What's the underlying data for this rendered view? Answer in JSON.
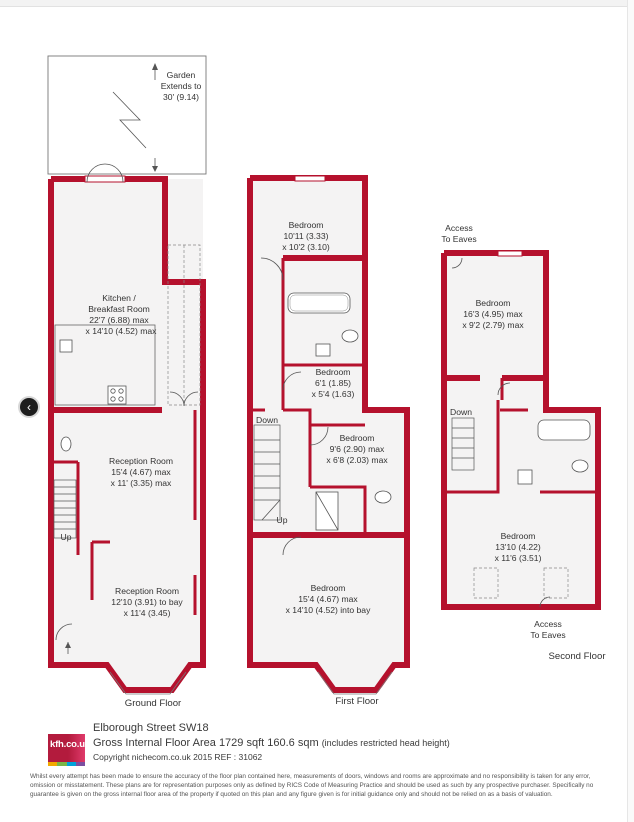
{
  "viewer": {
    "prev_label": "‹"
  },
  "plan": {
    "garden": [
      "Garden",
      "Extends to",
      "30' (9.14)"
    ],
    "kitchen": [
      "Kitchen /",
      "Breakfast Room",
      "22'7 (6.88) max",
      "x 14'10 (4.52) max"
    ],
    "reception1": [
      "Reception Room",
      "15'4 (4.67) max",
      "x 11' (3.35) max"
    ],
    "reception2": [
      "Reception Room",
      "12'10 (3.91) to bay",
      "x 11'4 (3.45)"
    ],
    "ground_up": "Up",
    "ground_floor": "Ground Floor",
    "bedroom1": [
      "Bedroom",
      "10'11 (3.33)",
      "x 10'2 (3.10)"
    ],
    "bedroom2": [
      "Bedroom",
      "6'1 (1.85)",
      "x 5'4 (1.63)"
    ],
    "bedroom3": [
      "Bedroom",
      "9'6 (2.90) max",
      "x 6'8 (2.03) max"
    ],
    "bedroom4": [
      "Bedroom",
      "15'4 (4.67) max",
      "x 14'10 (4.52) into bay"
    ],
    "first_down": "Down",
    "first_up": "Up",
    "first_floor": "First Floor",
    "access_top": [
      "Access",
      "To Eaves"
    ],
    "bedroom5": [
      "Bedroom",
      "16'3 (4.95) max",
      "x 9'2 (2.79) max"
    ],
    "second_down": "Down",
    "bedroom6": [
      "Bedroom",
      "13'10 (4.22)",
      "x 11'6 (3.51)"
    ],
    "access_bottom": [
      "Access",
      "To Eaves"
    ],
    "second_floor": "Second Floor"
  },
  "footer": {
    "logo_text": "kfh.co.uk",
    "street": "Elborough Street SW18",
    "gia": "Gross Internal Floor Area 1729 sqft 160.6 sqm",
    "gia_note": "(includes restricted head height)",
    "copyright": "Copyright nichecom.co.uk 2015 REF : 31062",
    "disclaimer": "Whilst every attempt has been made to ensure the accuracy of the floor plan contained here, measurements of doors, windows and rooms are approximate and no responsibility is taken for any error, omission or misstatement. These plans are for representation purposes only as defined by RICS Code of Measuring Practice and should be used as such by any prospective purchaser. Specifically no guarantee is given on the gross internal floor area of the property if quoted on this plan and any figure given is for initial guidance only and should not be relied on as a basis of valuation."
  },
  "colors": {
    "wall": "#b5112d",
    "floor": "#f4f3f3",
    "text": "#333333",
    "brand": "#b31b3d"
  }
}
